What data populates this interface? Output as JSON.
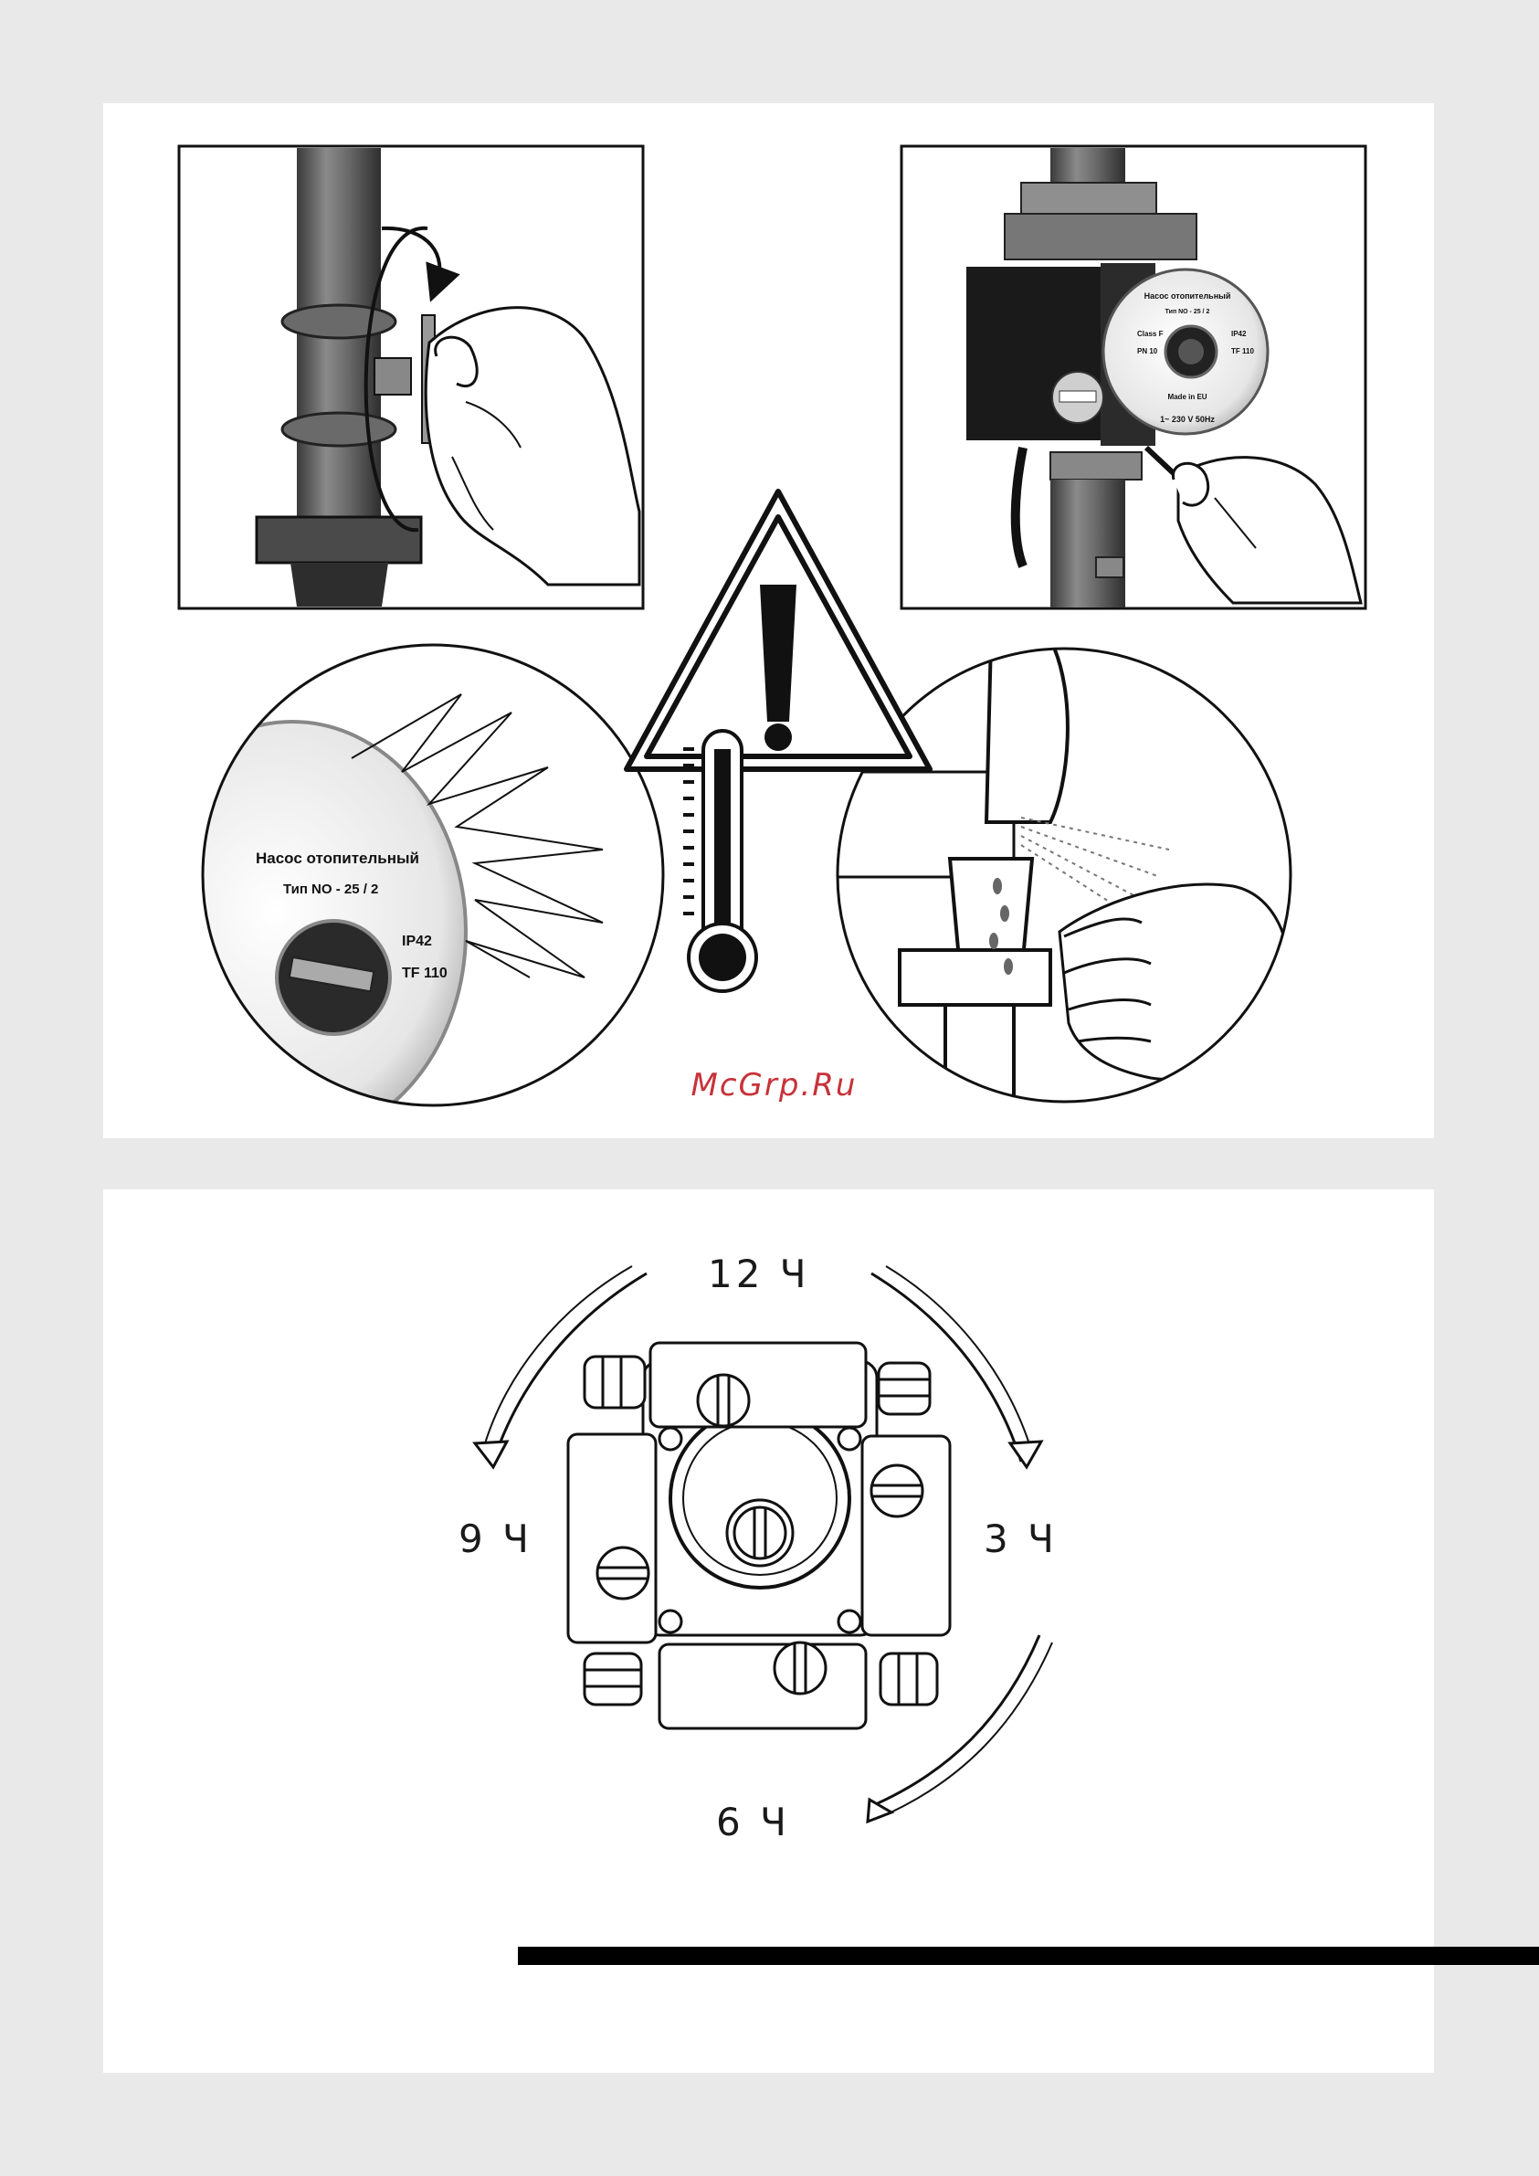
{
  "watermark": "McGrp.Ru",
  "pump_label": {
    "title": "Насос отопительный",
    "type": "Тип NO - 25 / 2",
    "class": "Class F",
    "pn": "PN 10",
    "ip": "IP42",
    "tf": "TF 110",
    "made": "Made in EU",
    "power": "1~ 230 V 50Hz"
  },
  "clock_positions": {
    "top": "12 Ч",
    "left": "9 Ч",
    "right": "3 Ч",
    "bottom": "6 Ч"
  }
}
